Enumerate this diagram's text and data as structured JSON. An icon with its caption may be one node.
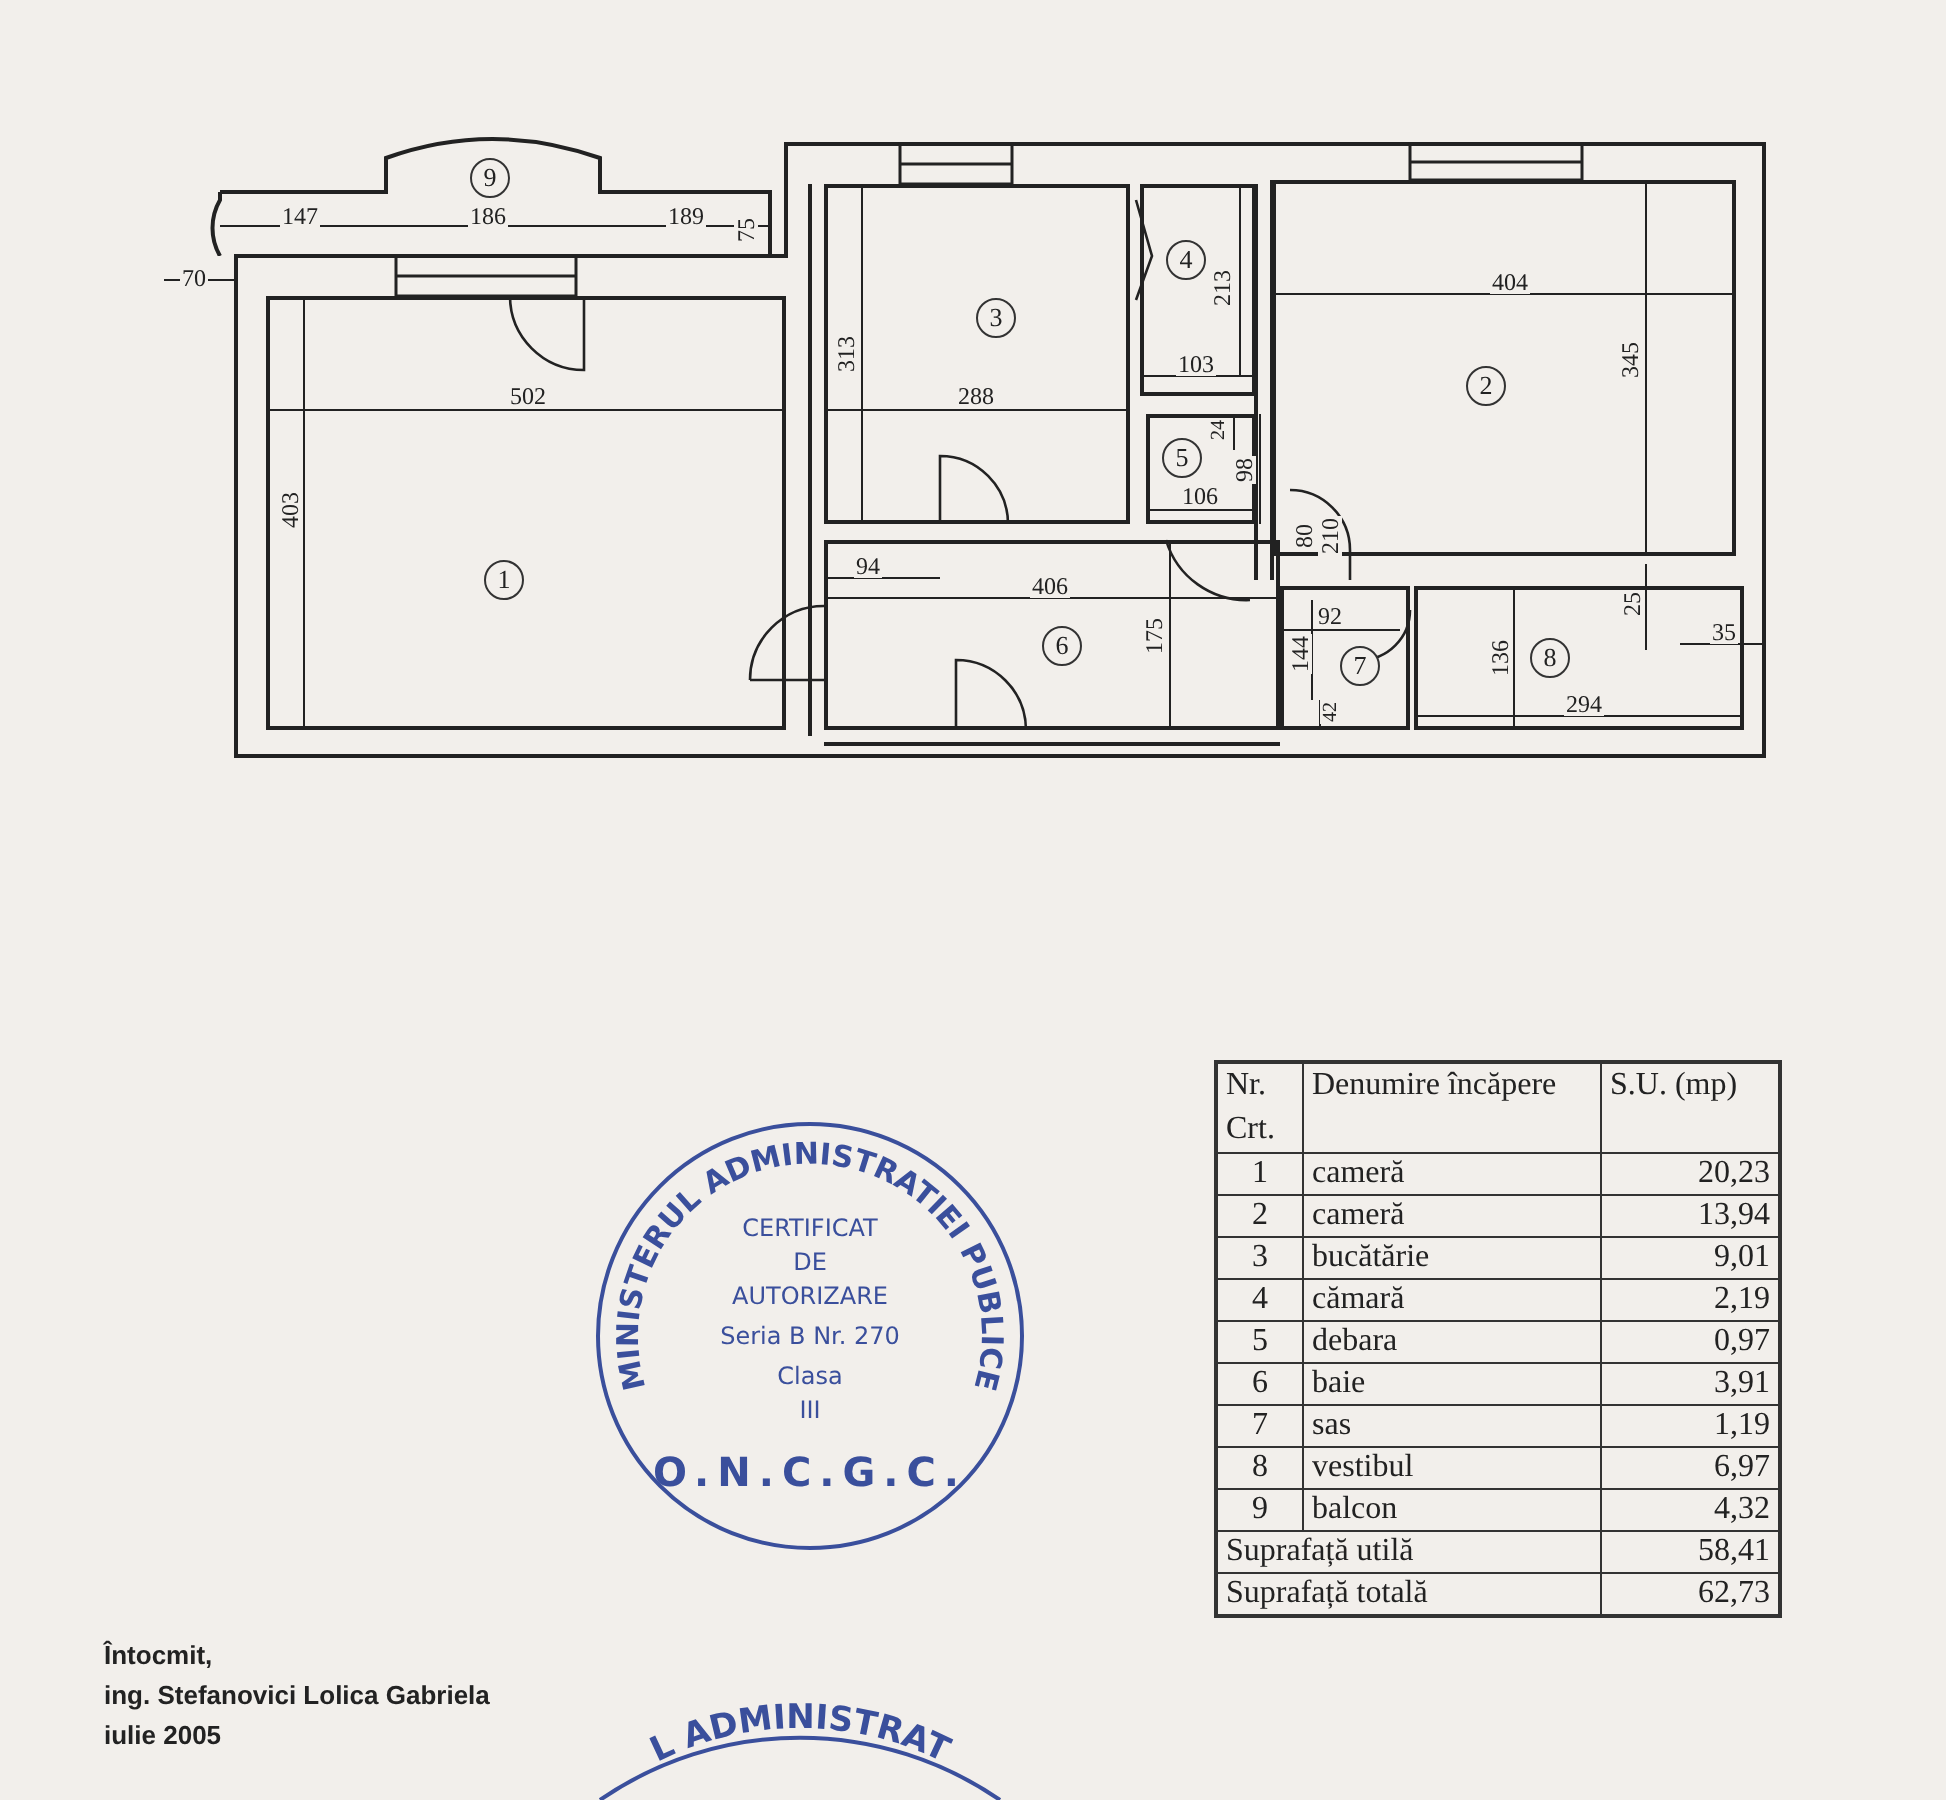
{
  "diagram": {
    "nodes": [
      {
        "text": [
          "1"
        ]
      },
      {
        "text": [
          "2"
        ]
      },
      {
        "text": [
          "3"
        ]
      },
      {
        "text": [
          "4"
        ]
      },
      {
        "text": [
          "5"
        ]
      },
      {
        "text": [
          "6"
        ]
      },
      {
        "text": [
          "7"
        ]
      },
      {
        "text": [
          "8"
        ]
      },
      {
        "text": [
          "9"
        ]
      },
      {
        "text": [
          "MINISTERUL ADMINISTRATIEI PUBLICE",
          "CERTIFICAT DE AUTORIZARE",
          "Seria B Nr. 270",
          "Clasa III",
          "O.N.C.G.C."
        ]
      },
      {
        "text": [
          "L ADMINISTRAT"
        ]
      }
    ],
    "edges": [],
    "labels": [
      "147",
      "186",
      "189",
      "75",
      "70",
      "502",
      "403",
      "313",
      "288",
      "213",
      "103",
      "24",
      "98",
      "106",
      "94",
      "406",
      "175",
      "404",
      "345",
      "80",
      "210",
      "92",
      "144",
      "42",
      "136",
      "25",
      "35",
      "294",
      "Nr. Crt.",
      "Denumire încăpere",
      "S.U. (mp)",
      "1",
      "cameră",
      "20,23",
      "2",
      "cameră",
      "13,94",
      "3",
      "bucătărie",
      "9,01",
      "4",
      "cămară",
      "2,19",
      "5",
      "debara",
      "0,97",
      "6",
      "baie",
      "3,91",
      "7",
      "sas",
      "1,19",
      "8",
      "vestibul",
      "6,97",
      "9",
      "balcon",
      "4,32",
      "Suprafață utilă",
      "58,41",
      "Suprafață totală",
      "62,73",
      "Întocmit,",
      "ing. Stefanovici Lolica Gabriela",
      "iulie 2005"
    ]
  }
}
